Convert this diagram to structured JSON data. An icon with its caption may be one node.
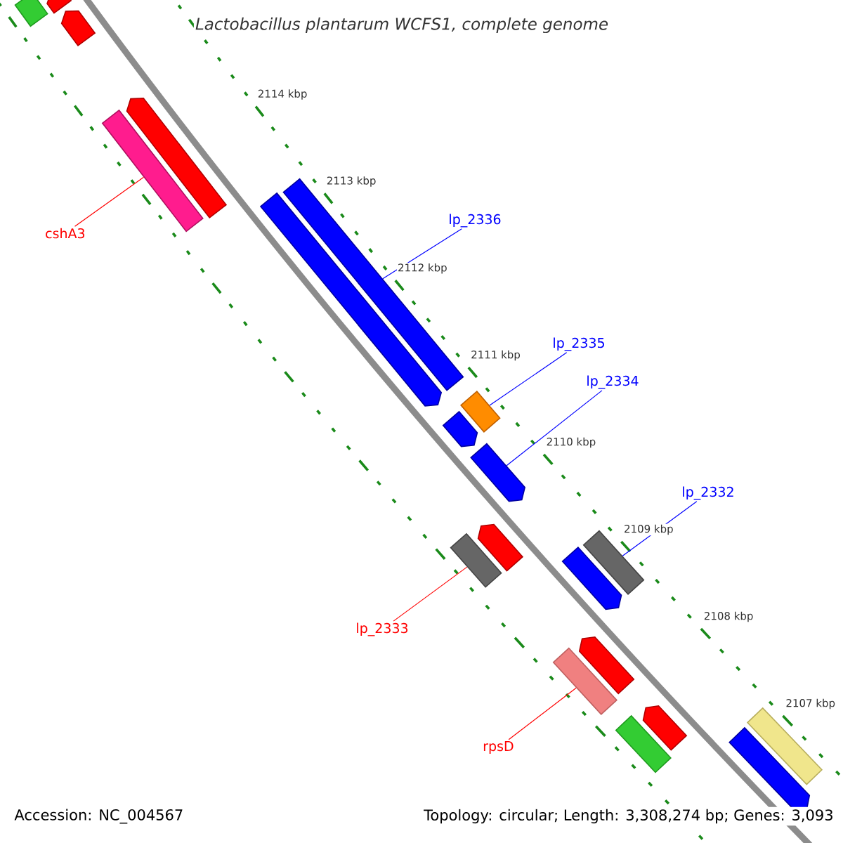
{
  "diagram": {
    "title": "Lactobacillus plantarum WCFS1, complete genome",
    "nodes": [
      {
        "text": [],
        "shape": "bar"
      },
      {
        "text": [],
        "shape": "arrow"
      },
      {
        "text": [],
        "shape": "arrow"
      },
      {
        "text": [],
        "shape": "bar"
      },
      {
        "text": [],
        "shape": "arrow"
      },
      {
        "text": [
          "cshA3"
        ]
      },
      {
        "text": [],
        "shape": "arrow"
      },
      {
        "text": [],
        "shape": "bar"
      },
      {
        "text": [
          "lp_2336"
        ]
      },
      {
        "text": [
          "lp_2335"
        ]
      },
      {
        "text": [
          "lp_2334"
        ]
      },
      {
        "text": [],
        "shape": "bar"
      },
      {
        "text": [],
        "shape": "arrow"
      },
      {
        "text": [],
        "shape": "arrow"
      },
      {
        "text": [
          "lp_2332"
        ]
      },
      {
        "text": [],
        "shape": "arrow"
      },
      {
        "text": [],
        "shape": "bar"
      },
      {
        "text": [],
        "shape": "arrow"
      },
      {
        "text": [],
        "shape": "bar"
      },
      {
        "text": [
          "lp_2333"
        ]
      },
      {
        "text": [],
        "shape": "arrow"
      },
      {
        "text": [],
        "shape": "bar"
      },
      {
        "text": [
          "rpsD"
        ]
      },
      {
        "text": [],
        "shape": "arrow"
      },
      {
        "text": [],
        "shape": "bar"
      },
      {
        "text": [],
        "shape": "arrow"
      },
      {
        "text": [],
        "shape": "bar"
      }
    ],
    "edges": [
      {
        "from": 5,
        "to": 3,
        "arrow": "none",
        "color": "#ff0000"
      },
      {
        "from": 8,
        "to": 7,
        "arrow": "none"
      },
      {
        "from": 9,
        "to": 11,
        "arrow": "none"
      },
      {
        "from": 10,
        "to": 13,
        "arrow": "none"
      },
      {
        "from": 14,
        "to": 18,
        "arrow": "none"
      },
      {
        "from": 19,
        "to": 16,
        "arrow": "none",
        "color": "#ff0000"
      },
      {
        "from": 22,
        "to": 21,
        "arrow": "none",
        "color": "#ff0000"
      }
    ],
    "labels": [
      "2114 kbp",
      "2113 kbp",
      "2112 kbp",
      "2111 kbp",
      "2110 kbp",
      "2109 kbp",
      "2108 kbp",
      "2107 kbp",
      "Accession: NC_004567",
      "Topology: circular; Length: 3,308,274 bp; Genes: 3,093"
    ]
  }
}
